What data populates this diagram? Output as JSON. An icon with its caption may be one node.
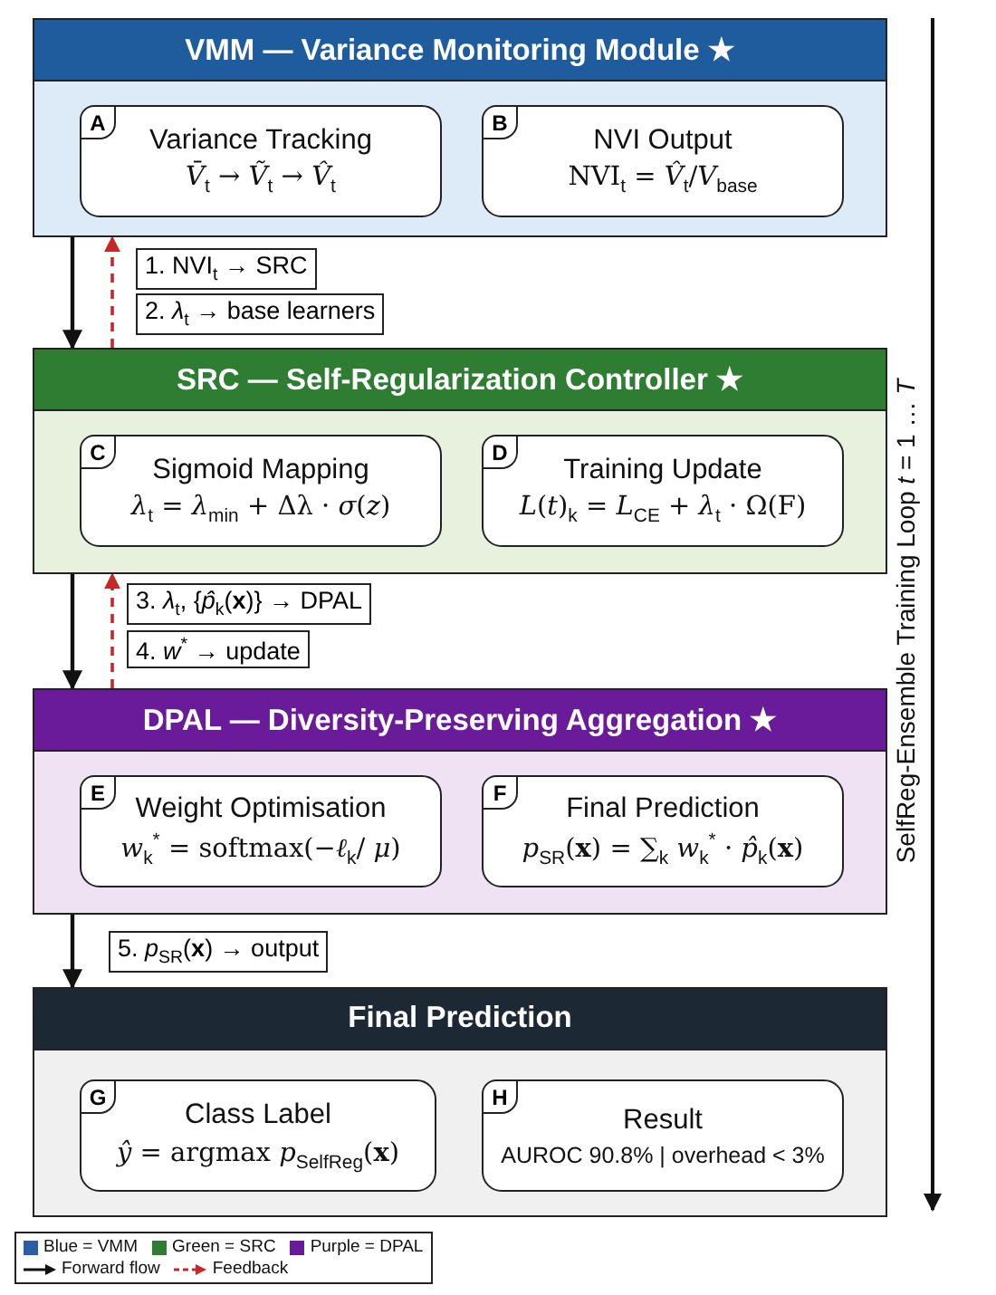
{
  "diagram": {
    "nodes": [
      {
        "text": [
          "VMM — Variance Monitoring Module ★"
        ]
      },
      {
        "text": [
          "A",
          "Variance Tracking",
          "*V̄*$_{t}$ → *Ṽ*$_{t}$ → *V̂*$_{t}$"
        ],
        "in": 0
      },
      {
        "text": [
          "B",
          "NVI Output",
          "NVI$_{t}$ = *V̂*$_{t}$/*V*$_{base}$"
        ],
        "in": 0
      },
      {
        "text": [
          "SRC — Self-Regularization Controller ★"
        ]
      },
      {
        "text": [
          "C",
          "Sigmoid Mapping",
          "*λ*$_{t}$ = *λ*$_{min}$ + Δλ · *σ*(*z*)"
        ],
        "in": 3
      },
      {
        "text": [
          "D",
          "Training Update",
          "*L*(*t*)$_{k}$ = *L*$_{CE}$ + *λ*$_{t}$ · Ω(F)"
        ],
        "in": 3
      },
      {
        "text": [
          "DPAL — Diversity-Preserving Aggregation ★"
        ]
      },
      {
        "text": [
          "E",
          "Weight Optimisation",
          "*w*$_{k}$$^{*}$ = softmax(−*ℓ*$_{k}$/ *μ*)"
        ],
        "in": 6
      },
      {
        "text": [
          "F",
          "Final Prediction",
          "*p*$_{SR}$(**x**) = ∑$_{k}$ *w*$_{k}$$^{*}$ · *p̂*$_{k}$(**x**)"
        ],
        "in": 6
      },
      {
        "text": [
          "Final Prediction"
        ]
      },
      {
        "text": [
          "G",
          "Class Label",
          "*ŷ* = argmax *p*$_{SelfReg}$(**x**)"
        ],
        "in": 9
      },
      {
        "text": [
          "H",
          "Result",
          "AUROC 90.8% | overhead < 3%"
        ],
        "in": 9
      }
    ],
    "edges": [
      {
        "from": 0,
        "to": 3,
        "arrow": "to"
      },
      {
        "from": 3,
        "to": 0,
        "arrow": "to",
        "style": "dashed",
        "color": "#c62828"
      },
      {
        "from": 3,
        "to": 6,
        "arrow": "to"
      },
      {
        "from": 6,
        "to": 3,
        "arrow": "to",
        "style": "dashed",
        "color": "#c62828"
      },
      {
        "from": 6,
        "to": 9,
        "arrow": "to"
      }
    ],
    "labels": [
      "1. NVI$_{t}$ → SRC",
      "2. *λ*$_{t}$ → base learners",
      "3. *λ*$_{t}$, {*p̂*$_{k}$(**x**)} → DPAL",
      "4. *w*$^{*}$ → update",
      "5. *p*$_{SR}$(**x**) → output",
      "SelfReg-Ensemble Training Loop *t* = 1 … *T*"
    ],
    "legend": [
      {
        "text": "Blue = VMM",
        "color": "#2a5fa5"
      },
      {
        "text": "Green = SRC",
        "color": "#2e7d32"
      },
      {
        "text": "Purple = DPAL",
        "color": "#6a1b9a"
      },
      {
        "text": "Forward flow"
      },
      {
        "text": "Feedback"
      }
    ]
  }
}
